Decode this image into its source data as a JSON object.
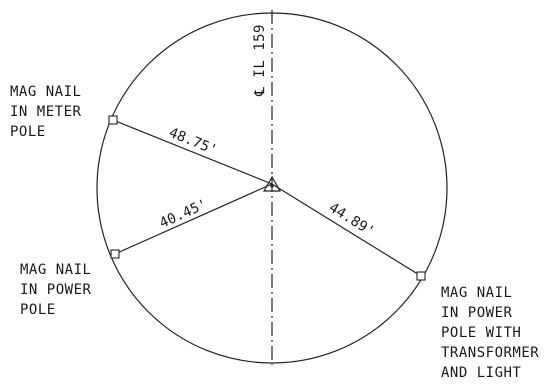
{
  "diagram": {
    "centerline_label": "℄ IL 159",
    "ties": [
      {
        "label": "48.75'"
      },
      {
        "label": "40.45'"
      },
      {
        "label": "44.89'"
      }
    ],
    "notes": {
      "meter_pole": [
        "MAG NAIL",
        "IN METER",
        "POLE"
      ],
      "power_pole": [
        "MAG NAIL",
        "IN POWER",
        "POLE"
      ],
      "transformer_pole": [
        "MAG NAIL",
        "IN POWER",
        "POLE WITH",
        "TRANSFORMER",
        "AND LIGHT"
      ]
    }
  }
}
